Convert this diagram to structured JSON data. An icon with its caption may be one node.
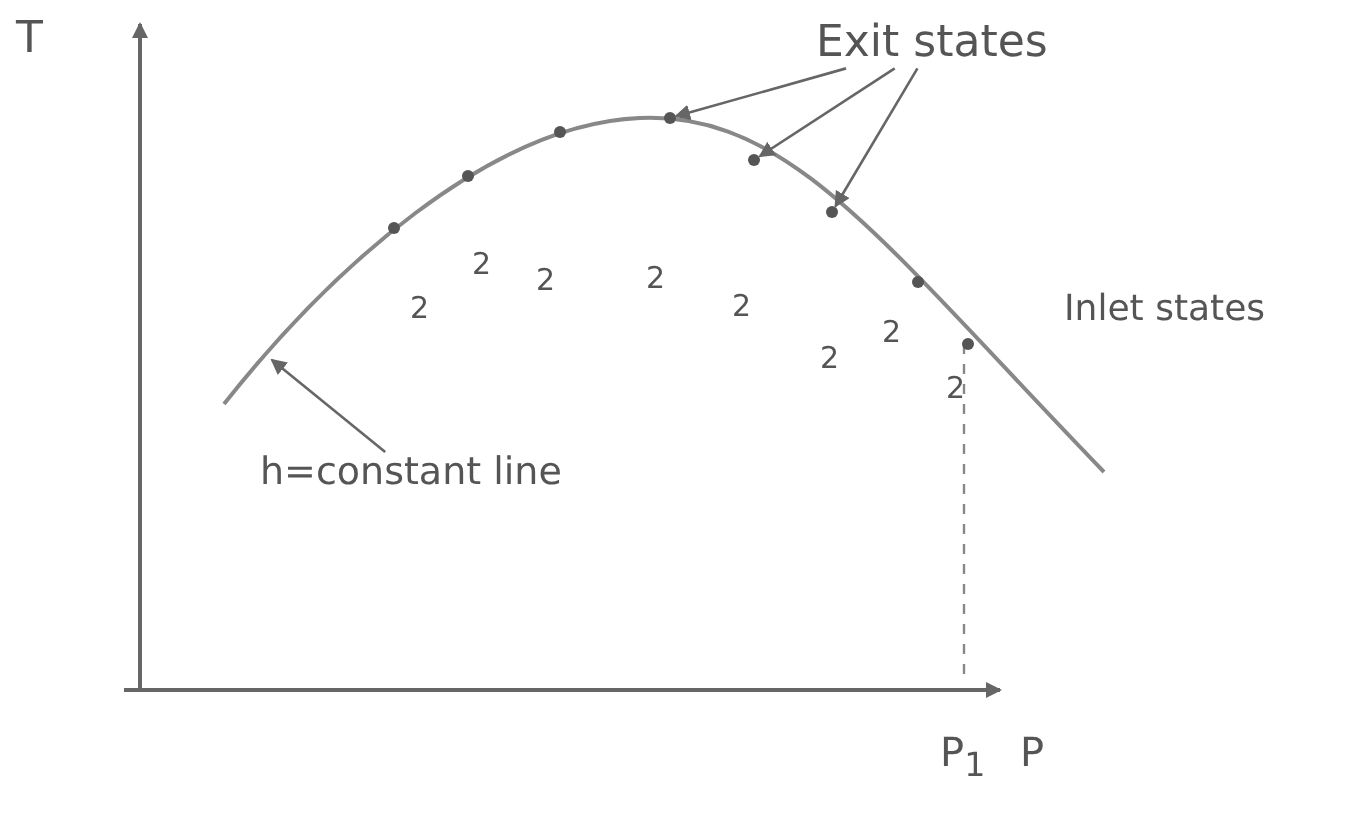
{
  "diagram": {
    "nodes": [
      {
        "text": [
          "Exit states"
        ]
      },
      {
        "text": [
          "h=constant line"
        ]
      },
      {
        "text": [],
        "shape": "circle"
      },
      {
        "text": [],
        "shape": "circle"
      },
      {
        "text": [],
        "shape": "circle"
      },
      {
        "text": [],
        "shape": "circle"
      },
      {
        "text": [],
        "shape": "circle"
      },
      {
        "text": [],
        "shape": "circle"
      },
      {
        "text": [],
        "shape": "circle"
      },
      {
        "text": [],
        "shape": "circle"
      }
    ],
    "edges": [
      {
        "from": 0,
        "to": 5,
        "arrow": "to"
      },
      {
        "from": 0,
        "to": 6,
        "arrow": "to"
      },
      {
        "from": 0,
        "to": 7,
        "arrow": "to"
      },
      {
        "from": 1,
        "to": null,
        "arrow": "to"
      }
    ],
    "labels": [
      "T",
      "Inlet states",
      "2",
      "2",
      "2",
      "2",
      "2",
      "2",
      "2",
      "2",
      "P$_{1}$",
      "P"
    ]
  }
}
